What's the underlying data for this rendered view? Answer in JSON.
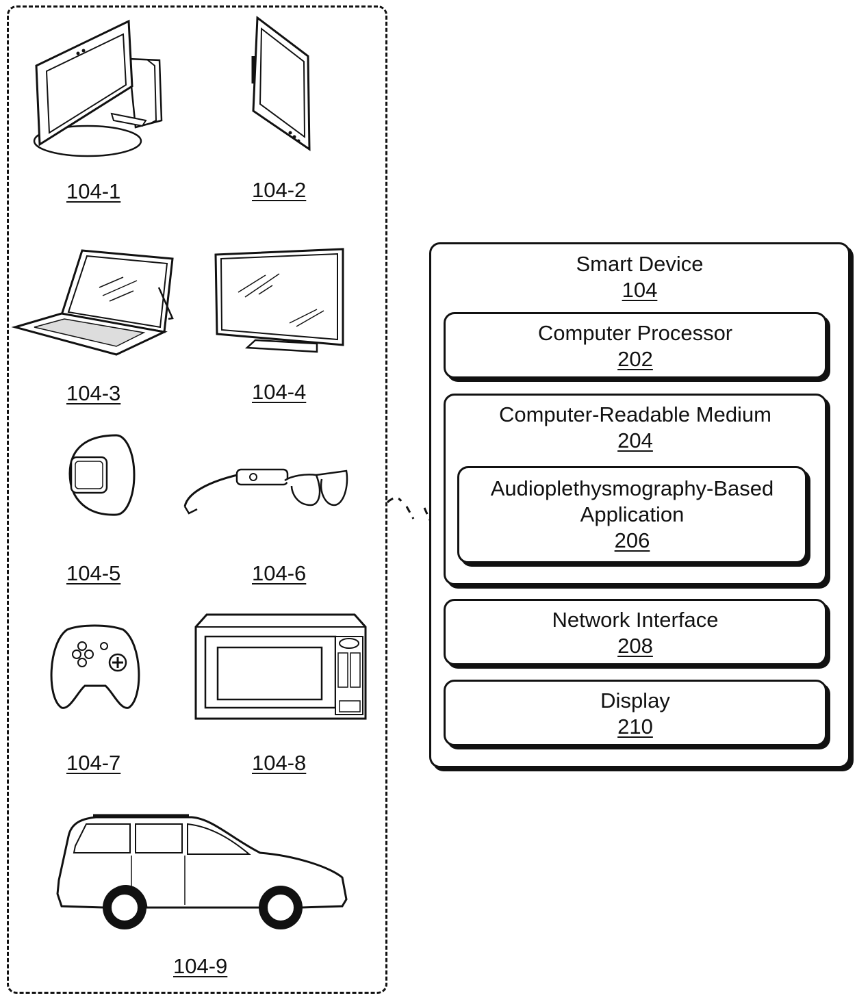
{
  "devices": [
    {
      "ref": "104-1",
      "icon": "desktop-computer-icon"
    },
    {
      "ref": "104-2",
      "icon": "tablet-icon"
    },
    {
      "ref": "104-3",
      "icon": "laptop-icon"
    },
    {
      "ref": "104-4",
      "icon": "television-icon"
    },
    {
      "ref": "104-5",
      "icon": "smartwatch-icon"
    },
    {
      "ref": "104-6",
      "icon": "smart-glasses-icon"
    },
    {
      "ref": "104-7",
      "icon": "game-controller-icon"
    },
    {
      "ref": "104-8",
      "icon": "microwave-icon"
    },
    {
      "ref": "104-9",
      "icon": "vehicle-icon"
    }
  ],
  "smart_device": {
    "title": "Smart Device",
    "ref": "104",
    "components": {
      "processor": {
        "title": "Computer Processor",
        "ref": "202"
      },
      "medium": {
        "title": "Computer-Readable Medium",
        "ref": "204"
      },
      "application": {
        "title_line1": "Audioplethysmography-Based",
        "title_line2": "Application",
        "ref": "206"
      },
      "network": {
        "title": "Network Interface",
        "ref": "208"
      },
      "display": {
        "title": "Display",
        "ref": "210"
      }
    }
  }
}
